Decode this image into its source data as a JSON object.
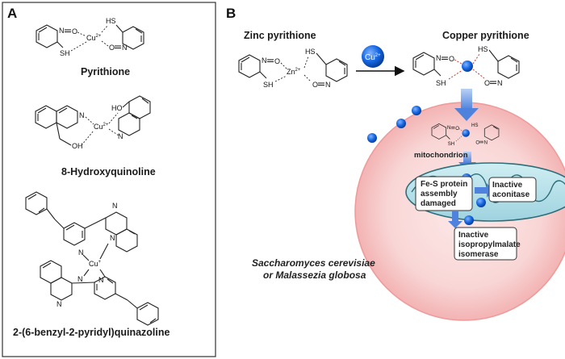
{
  "panel_a": {
    "letter": "A",
    "compounds": [
      {
        "name": "Pyrithione",
        "metal": "Cu",
        "charge": "2+"
      },
      {
        "name": "8-Hydroxyquinoline",
        "metal": "Cu",
        "charge": "2+"
      },
      {
        "name": "2-(6-benzyl-2-pyridyl)quinazoline",
        "metal": "Cu",
        "charge": "+"
      }
    ]
  },
  "panel_b": {
    "letter": "B",
    "zinc_label": "Zinc pyrithione",
    "copper_label": "Copper pyrithione",
    "zinc_metal": "Zn",
    "zinc_charge": "2+",
    "ion_metal": "Cu",
    "ion_charge": "2+",
    "mitochondrion_label": "mitochondrion",
    "box_fes": [
      "Fe-S protein",
      "assembly",
      "damaged"
    ],
    "box_aconitase": [
      "Inactive",
      "aconitase"
    ],
    "box_isomerase": [
      "Inactive",
      "isopropylmalate",
      "isomerase"
    ],
    "organism_lines": [
      "Saccharomyces cerevisiae",
      "or Malassezia globosa"
    ]
  },
  "colors": {
    "copper_ion": "#1565e0",
    "cell_fill": "#f9d3d3",
    "cell_edge": "#ef9a9a",
    "mito_fill": "#bfe3ea",
    "arrow_blue": "#5b8fe0",
    "panel_border": "#333333"
  },
  "atoms": {
    "N": "N",
    "O": "O",
    "SH": "SH",
    "HS": "HS",
    "HO": "HO",
    "OH": "OH"
  }
}
